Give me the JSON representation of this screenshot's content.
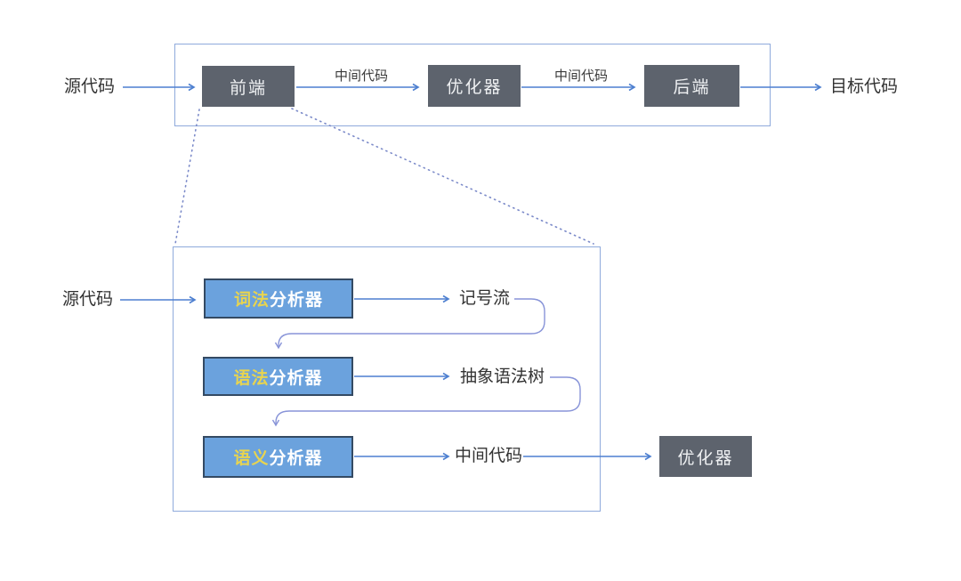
{
  "diagram_title": "compiler-pipeline-diagram",
  "colors": {
    "arrow_blue": "#4d7fd0",
    "connector_purple": "#8894d8",
    "frame_border": "#8faadc",
    "dark_box_bg": "#5d636d",
    "blue_box_bg": "#6ba2dd",
    "blue_box_border": "#344a63",
    "highlight_yellow": "#e8d44f",
    "dotted_line": "#7b8ac9"
  },
  "top_pipeline": {
    "source_label": "源代码",
    "frontend_box_label": "前端",
    "ir_label_left": "中间代码",
    "optimizer_box_label": "优化器",
    "ir_label_right": "中间代码",
    "backend_box_label": "后端",
    "target_label": "目标代码"
  },
  "frontend_detail": {
    "source_label": "源代码",
    "lexer_box": {
      "highlight": "词法",
      "rest": "分析器"
    },
    "token_stream_label": "记号流",
    "parser_box": {
      "highlight": "语法",
      "rest": "分析器"
    },
    "ast_label": "抽象语法树",
    "semantic_box": {
      "highlight": "语义",
      "rest": "分析器"
    },
    "ir_label": "中间代码",
    "optimizer_box_label": "优化器"
  }
}
